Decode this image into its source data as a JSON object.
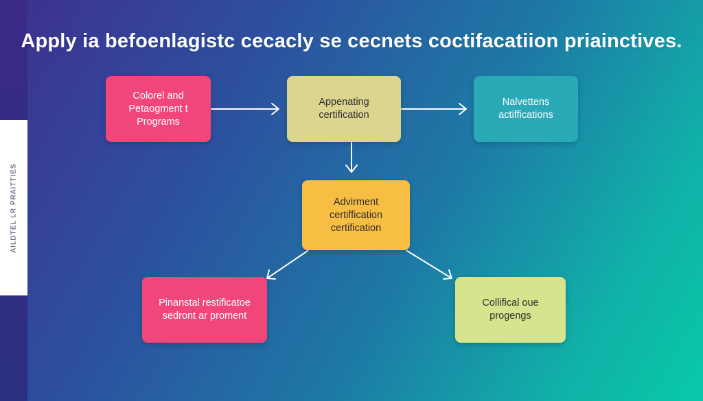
{
  "title": "Apply ia befoenlagistc cecacly se cecnets coctifacatiion priainctives.",
  "side_tab": {
    "label": "AILDTEL LR PRAITTIES"
  },
  "nodes": {
    "colorel": {
      "lines": [
        "Colorel and",
        "Petaogment t",
        "Programs"
      ],
      "color": "#f0467a"
    },
    "appenating": {
      "lines": [
        "Appenating",
        "certification"
      ],
      "color": "#dcd58f"
    },
    "nalvettens": {
      "lines": [
        "Nalvettens",
        "actiffications"
      ],
      "color": "#2aa9b7"
    },
    "advirment": {
      "lines": [
        "Advirment",
        "certiffication",
        "certification"
      ],
      "color": "#f8bd43"
    },
    "pinanstal": {
      "lines": [
        "Pinanstal restificatoe",
        "sedront ar proment"
      ],
      "color": "#f0467a"
    },
    "collifical": {
      "lines": [
        "Collifical oue",
        "progengs"
      ],
      "color": "#d6e48d"
    }
  }
}
